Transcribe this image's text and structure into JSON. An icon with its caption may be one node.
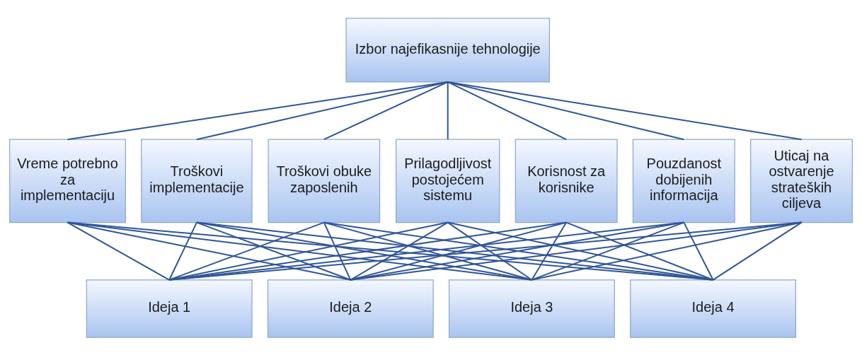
{
  "diagram": {
    "nodes": [
      {
        "text": [
          "Izbor najefikasnije tehnologije"
        ]
      },
      {
        "text": [
          "Vreme potrebno za implementaciju"
        ]
      },
      {
        "text": [
          "Troškovi implementacije"
        ]
      },
      {
        "text": [
          "Troškovi obuke zaposlenih"
        ]
      },
      {
        "text": [
          "Prilagodljivost postojećem sistemu"
        ]
      },
      {
        "text": [
          "Korisnost za korisnike"
        ]
      },
      {
        "text": [
          "Pouzdanost dobijenih informacija"
        ]
      },
      {
        "text": [
          "Uticaj na ostvarenje strateških ciljeva"
        ]
      },
      {
        "text": [
          "Ideja 1"
        ]
      },
      {
        "text": [
          "Ideja 2"
        ]
      },
      {
        "text": [
          "Ideja 3"
        ]
      },
      {
        "text": [
          "Ideja 4"
        ]
      }
    ],
    "edges": [
      {
        "from": 0,
        "to": 1,
        "arrow": "none"
      },
      {
        "from": 0,
        "to": 2,
        "arrow": "none"
      },
      {
        "from": 0,
        "to": 3,
        "arrow": "none"
      },
      {
        "from": 0,
        "to": 4,
        "arrow": "none"
      },
      {
        "from": 0,
        "to": 5,
        "arrow": "none"
      },
      {
        "from": 0,
        "to": 6,
        "arrow": "none"
      },
      {
        "from": 0,
        "to": 7,
        "arrow": "none"
      },
      {
        "from": 1,
        "to": 8,
        "arrow": "none"
      },
      {
        "from": 1,
        "to": 9,
        "arrow": "none"
      },
      {
        "from": 1,
        "to": 10,
        "arrow": "none"
      },
      {
        "from": 1,
        "to": 11,
        "arrow": "none"
      },
      {
        "from": 2,
        "to": 8,
        "arrow": "none"
      },
      {
        "from": 2,
        "to": 9,
        "arrow": "none"
      },
      {
        "from": 2,
        "to": 10,
        "arrow": "none"
      },
      {
        "from": 2,
        "to": 11,
        "arrow": "none"
      },
      {
        "from": 3,
        "to": 8,
        "arrow": "none"
      },
      {
        "from": 3,
        "to": 9,
        "arrow": "none"
      },
      {
        "from": 3,
        "to": 10,
        "arrow": "none"
      },
      {
        "from": 3,
        "to": 11,
        "arrow": "none"
      },
      {
        "from": 4,
        "to": 8,
        "arrow": "none"
      },
      {
        "from": 4,
        "to": 9,
        "arrow": "none"
      },
      {
        "from": 4,
        "to": 10,
        "arrow": "none"
      },
      {
        "from": 4,
        "to": 11,
        "arrow": "none"
      },
      {
        "from": 5,
        "to": 8,
        "arrow": "none"
      },
      {
        "from": 5,
        "to": 9,
        "arrow": "none"
      },
      {
        "from": 5,
        "to": 10,
        "arrow": "none"
      },
      {
        "from": 5,
        "to": 11,
        "arrow": "none"
      },
      {
        "from": 6,
        "to": 8,
        "arrow": "none"
      },
      {
        "from": 6,
        "to": 9,
        "arrow": "none"
      },
      {
        "from": 6,
        "to": 10,
        "arrow": "none"
      },
      {
        "from": 6,
        "to": 11,
        "arrow": "none"
      },
      {
        "from": 7,
        "to": 8,
        "arrow": "none"
      },
      {
        "from": 7,
        "to": 9,
        "arrow": "none"
      },
      {
        "from": 7,
        "to": 10,
        "arrow": "none"
      },
      {
        "from": 7,
        "to": 11,
        "arrow": "none"
      }
    ]
  }
}
